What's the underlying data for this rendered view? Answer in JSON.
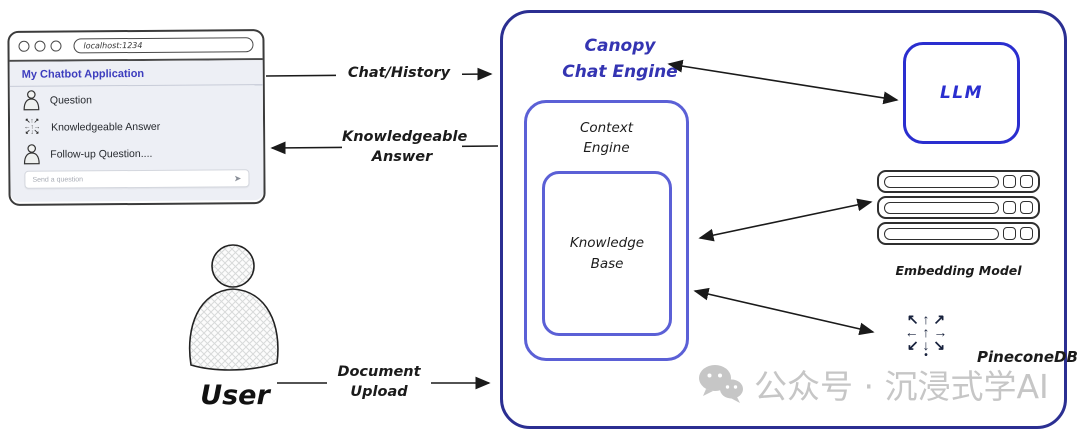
{
  "browser": {
    "url": "localhost:1234",
    "title": "My Chatbot Application",
    "messages": [
      {
        "icon": "user-icon",
        "label": "Question"
      },
      {
        "icon": "pinecone-arrows-icon",
        "label": "Knowledgeable Answer"
      },
      {
        "icon": "user-icon",
        "label": "Follow-up Question...."
      }
    ],
    "input_placeholder": "Send a question",
    "send_icon": "➤"
  },
  "flows": {
    "chat_history": "Chat/History",
    "knowledgeable_answer": "Knowledgeable\nAnswer",
    "document_upload": "Document\nUpload"
  },
  "user_label": "User",
  "canopy": {
    "title": "Canopy\nChat Engine",
    "context_engine": "Context\nEngine",
    "knowledge_base": "Knowledge\nBase",
    "llm": "LLM",
    "embedding_model": "Embedding Model",
    "pinecone_db": "PineconeDB"
  },
  "pinecone_pattern": {
    "row1": "↖ ↑ ↗",
    "row2": "← ↑ →",
    "row3": "↙ ↓ ↘",
    "dot": "•"
  },
  "mini_pattern": {
    "row1": "↖↑↗",
    "row2": "←↑→",
    "row3": "↙↓↘"
  },
  "watermark": "公众号 · 沉浸式学AI",
  "colors": {
    "outer_border": "#2b2f92",
    "inner_border": "#5b60d6",
    "llm_blue": "#2a2ecf",
    "title_blue": "#3434b2",
    "chat_title_blue": "#3d3dbe",
    "cylinder_fill": "#57a9e8",
    "cylinder_top": "#6fb9ee",
    "watermark_gray": "#c6c6c6"
  }
}
